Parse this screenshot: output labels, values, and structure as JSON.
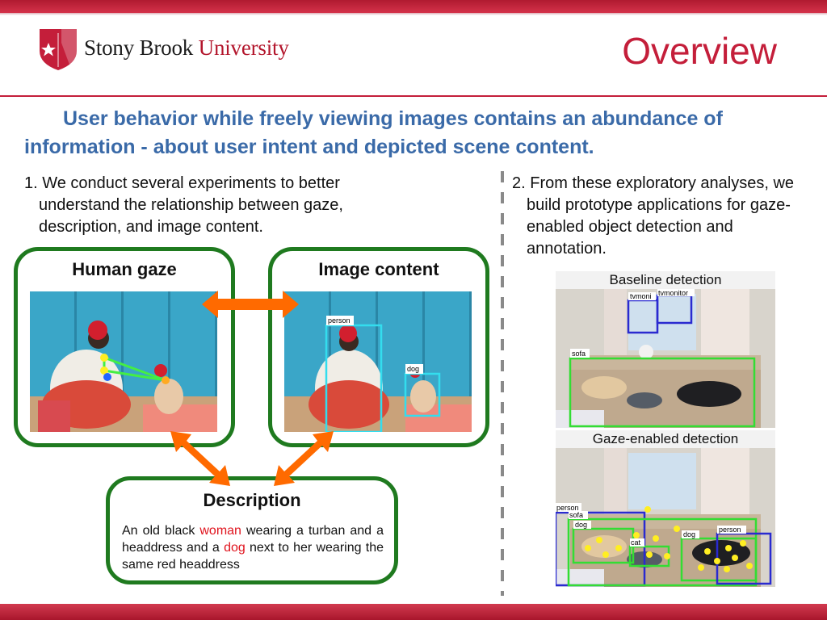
{
  "brand": {
    "name_part1": "Stony Brook",
    "name_part2": "University",
    "colors": {
      "red": "#c41e3a",
      "green": "#1f7a1f",
      "blue": "#3a6aa8",
      "orange": "#ff6a00"
    }
  },
  "slide": {
    "title": "Overview",
    "lead": "User behavior while freely viewing images contains an abundance of information - about user intent and depicted scene content."
  },
  "left": {
    "point": "1. We conduct several experiments to better understand the relationship between gaze, description, and image content.",
    "panels": {
      "gaze": {
        "title": "Human gaze"
      },
      "content": {
        "title": "Image content",
        "box_labels": {
          "person": "person",
          "dog": "dog"
        }
      },
      "description": {
        "title": "Description",
        "text": {
          "t1": "An old black ",
          "w1": "woman",
          "t2": " wearing a turban and a headdress and a ",
          "w2": "dog",
          "t3": " next to her wearing the same red headdress"
        }
      }
    }
  },
  "right": {
    "point": "2. From these exploratory analyses, we build prototype applications for gaze-enabled object detection and annotation.",
    "baseline": {
      "title": "Baseline detection",
      "labels": {
        "tv1": "tvmoni",
        "tv2": "tvmonitor",
        "sofa": "sofa"
      }
    },
    "gaze_enabled": {
      "title": "Gaze-enabled detection",
      "labels": {
        "person1": "person",
        "sofa": "sofa",
        "dog1": "dog",
        "cat": "cat",
        "dog2": "dog",
        "person2": "person"
      }
    }
  }
}
